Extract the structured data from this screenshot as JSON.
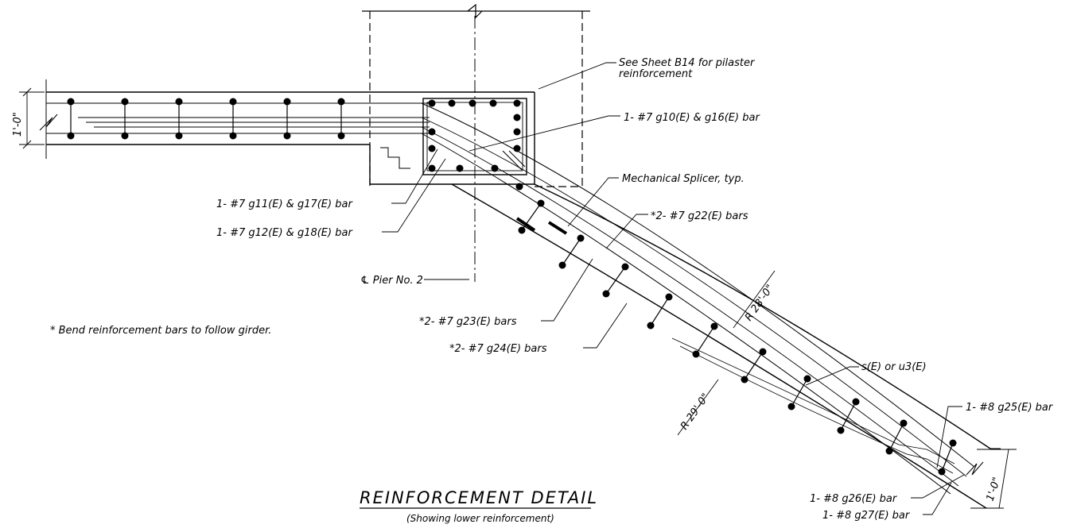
{
  "drawing": {
    "title": "REINFORCEMENT DETAIL",
    "subtitle": "(Showing lower reinforcement)",
    "note": "* Bend reinforcement bars to follow girder.",
    "labels": {
      "pilaster": [
        "See Sheet B14 for pilaster",
        "reinforcement"
      ],
      "g10": "1- #7 g10(E) & g16(E) bar",
      "g11": "1- #7 g11(E) & g17(E) bar",
      "g12": "1- #7 g12(E) & g18(E) bar",
      "splicer": "Mechanical Splicer, typ.",
      "g22": "*2- #7 g22(E) bars",
      "pier": "℄ Pier No. 2",
      "g23": "*2- #7 g23(E) bars",
      "g24": "*2- #7 g24(E) bars",
      "su3": "s(E) or u3(E)",
      "g25": "1- #8 g25(E) bar",
      "g26": "1- #8 g26(E) bar",
      "g27": "1- #8 g27(E) bar"
    },
    "dimensions": {
      "depth_left": "1'-0\"",
      "depth_right": "1'-0\"",
      "radius_outer": "R 28'-0\"",
      "radius_inner": "R 29'-0\""
    }
  }
}
